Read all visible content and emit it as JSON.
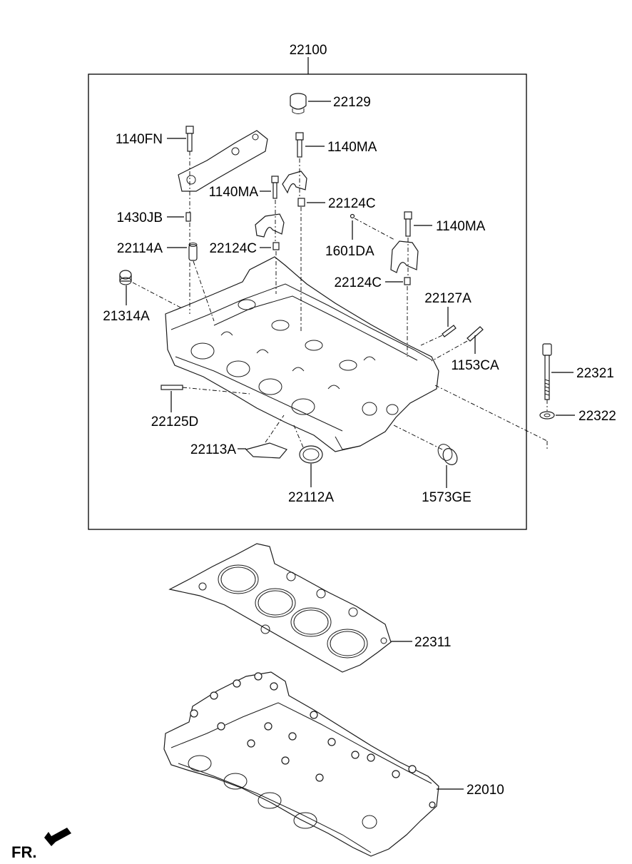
{
  "labels": {
    "assembly": "22100",
    "plug_22129": "22129",
    "bolt_1140FN": "1140FN",
    "bolt_1140MA_top": "1140MA",
    "bolt_1140MA_mid": "1140MA",
    "bolt_1140MA_right": "1140MA",
    "sleeve_22124C_a": "22124C",
    "sleeve_22124C_b": "22124C",
    "sleeve_22124C_c": "22124C",
    "pin_1430JB": "1430JB",
    "tube_22114A": "22114A",
    "pin_1601DA": "1601DA",
    "plug_21314A": "21314A",
    "stud_22127A": "22127A",
    "stud_1153CA": "1153CA",
    "bolt_22321": "22321",
    "washer_22322": "22322",
    "stud_22125D": "22125D",
    "gasket_22113A": "22113A",
    "seal_22112A": "22112A",
    "plug_1573GE": "1573GE",
    "head_gasket_22311": "22311",
    "head_assembly_22010": "22010",
    "front_indicator": "FR."
  },
  "colors": {
    "line": "#000000",
    "background": "#ffffff"
  }
}
